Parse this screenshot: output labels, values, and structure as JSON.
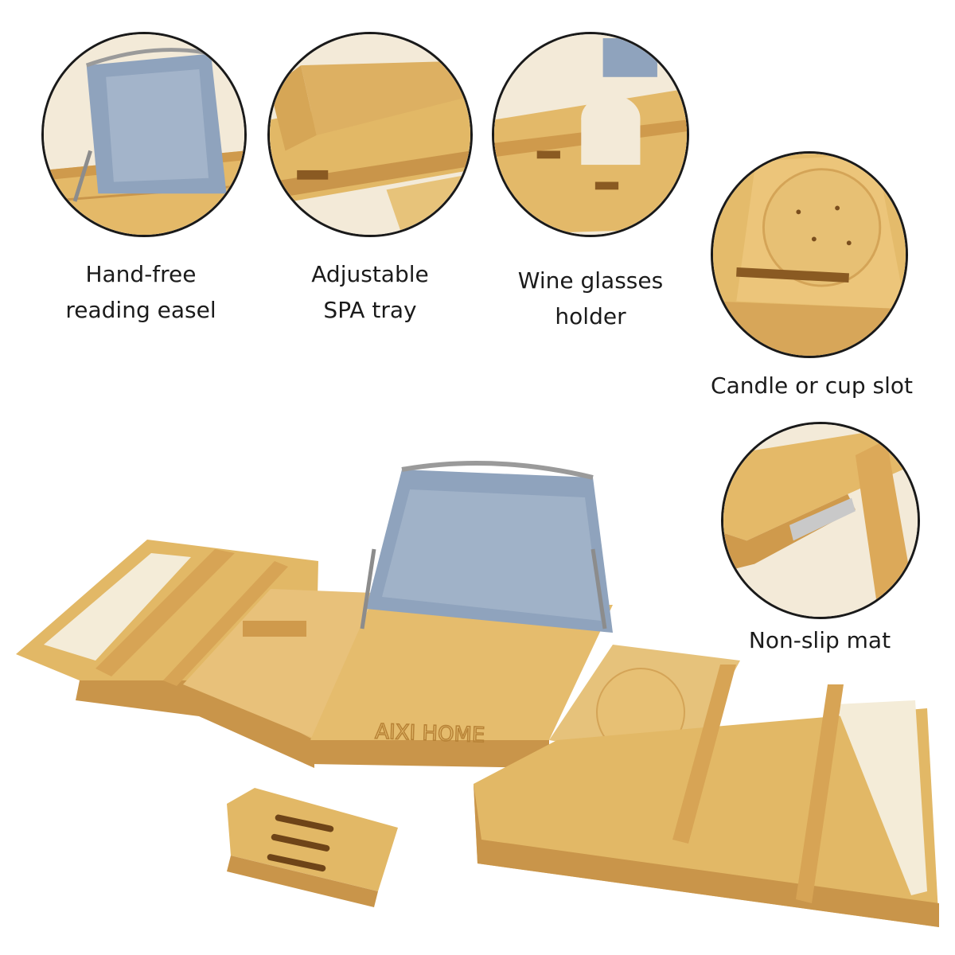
{
  "features": [
    {
      "label": "Hand-free\nreading easel"
    },
    {
      "label": "Adjustable\nSPA tray"
    },
    {
      "label": "Wine glasses\nholder"
    },
    {
      "label": "Candle or cup slot"
    },
    {
      "label": "Non-slip mat"
    }
  ],
  "brand": {
    "logo_text": "AIXI HOME"
  },
  "colors": {
    "bamboo": "#e2b866",
    "bamboo_dark": "#c9954a",
    "fabric": "#8fa3bd",
    "outline": "#1a1a1a"
  }
}
